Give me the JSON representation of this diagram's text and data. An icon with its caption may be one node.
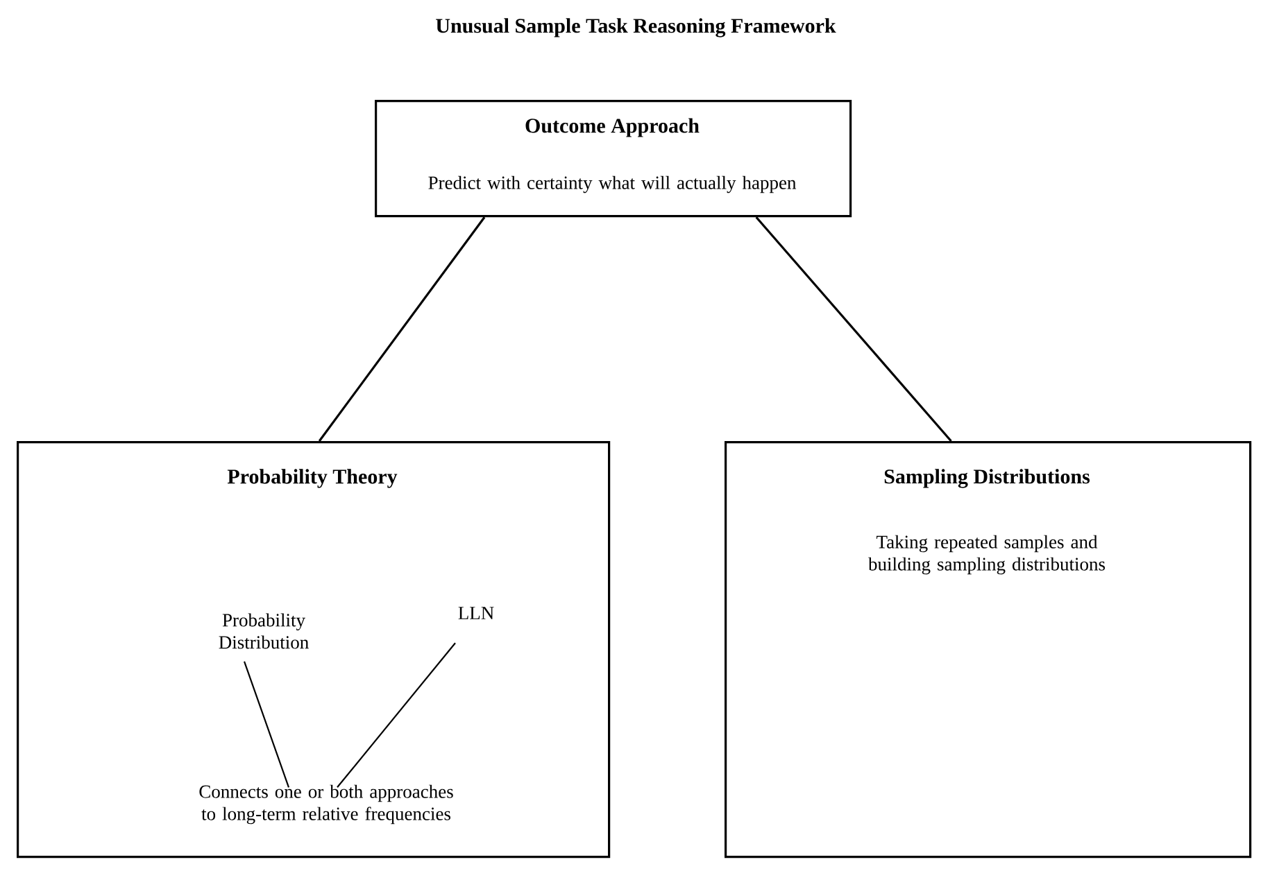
{
  "diagram": {
    "title": "Unusual Sample Task Reasoning Framework",
    "nodes": [
      {
        "text": [
          "Outcome Approach",
          "Predict with certainty what will actually happen"
        ]
      },
      {
        "text": [
          "Probability Theory"
        ]
      },
      {
        "text": [
          "Probability Distribution"
        ],
        "in": 1
      },
      {
        "text": [
          "LLN"
        ],
        "in": 1
      },
      {
        "text": [
          "Connects one or both approaches to long-term relative frequencies"
        ],
        "in": 1
      },
      {
        "text": [
          "Sampling Distributions",
          "Taking repeated samples and building sampling distributions"
        ]
      }
    ],
    "edges": [
      {
        "from": 0,
        "to": 1,
        "arrow": "none"
      },
      {
        "from": 0,
        "to": 5,
        "arrow": "none"
      },
      {
        "from": 2,
        "to": 4,
        "arrow": "none"
      },
      {
        "from": 3,
        "to": 4,
        "arrow": "none"
      }
    ]
  }
}
